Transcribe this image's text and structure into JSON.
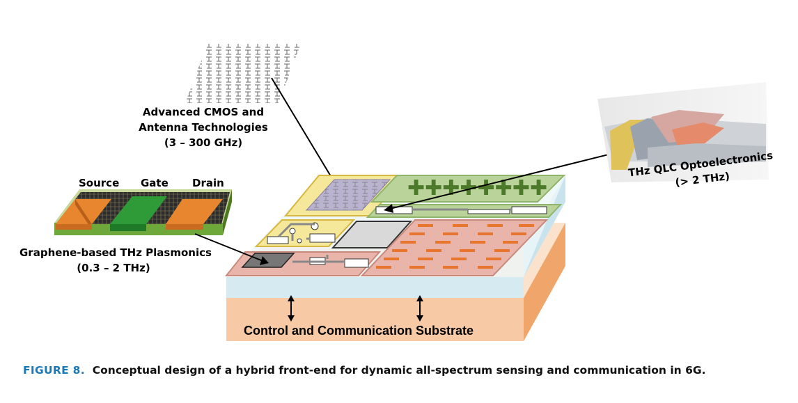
{
  "figure": {
    "caption_tag": "FIGURE 8.",
    "caption_text": "Conceptual design of a hybrid front-end for dynamic all-spectrum sensing and communication in 6G."
  },
  "labels": {
    "cmos_line1": "Advanced CMOS and",
    "cmos_line2": "Antenna Technologies",
    "cmos_line3": "(3 – 300 GHz)",
    "source": "Source",
    "gate": "Gate",
    "drain": "Drain",
    "graphene_line1": "Graphene-based THz Plasmonics",
    "graphene_line2": "(0.3 – 2 THz)",
    "qlc_line1": "THz QLC Optoelectronics",
    "qlc_line2": "(> 2 THz)",
    "substrate": "Control and Communication Substrate"
  },
  "colors": {
    "caption_tag": "#1a7ab8",
    "substrate_orange": "#f7c9a4",
    "top_layer_blue": "#d6eaf2",
    "yellow_tile": "#f6e89a",
    "green_tile": "#b9d39a",
    "pink_tile": "#e9b5aa",
    "electrode_orange": "#e8862f",
    "gate_green": "#2e9a38"
  },
  "icons": {
    "antenna_array": "fractal-antenna-icon",
    "transistor": "graphene-fet-icon",
    "qlc_device": "qlc-photo-icon",
    "vertical_arrow": "double-arrow-icon"
  }
}
